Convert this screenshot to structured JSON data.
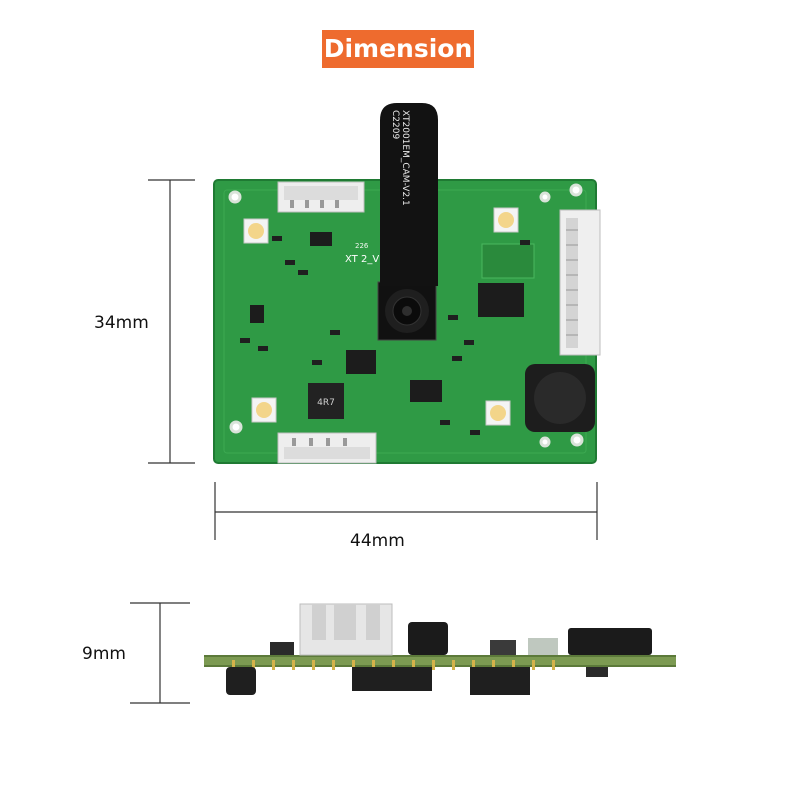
{
  "banner": {
    "title": "Dimension"
  },
  "dimensions": {
    "height_label": "34mm",
    "width_label": "44mm",
    "thickness_label": "9mm"
  },
  "board": {
    "cable_text_1": "XT2001EM_CAM-V2.1",
    "cable_text_2": "C2209",
    "pcb_text": "XT 2_V1.1",
    "pcb_code": "226",
    "inductor_text": "4R7"
  },
  "colors": {
    "banner": "#ee6b2e",
    "pcb": "#2f9a45",
    "cable": "#121212"
  }
}
